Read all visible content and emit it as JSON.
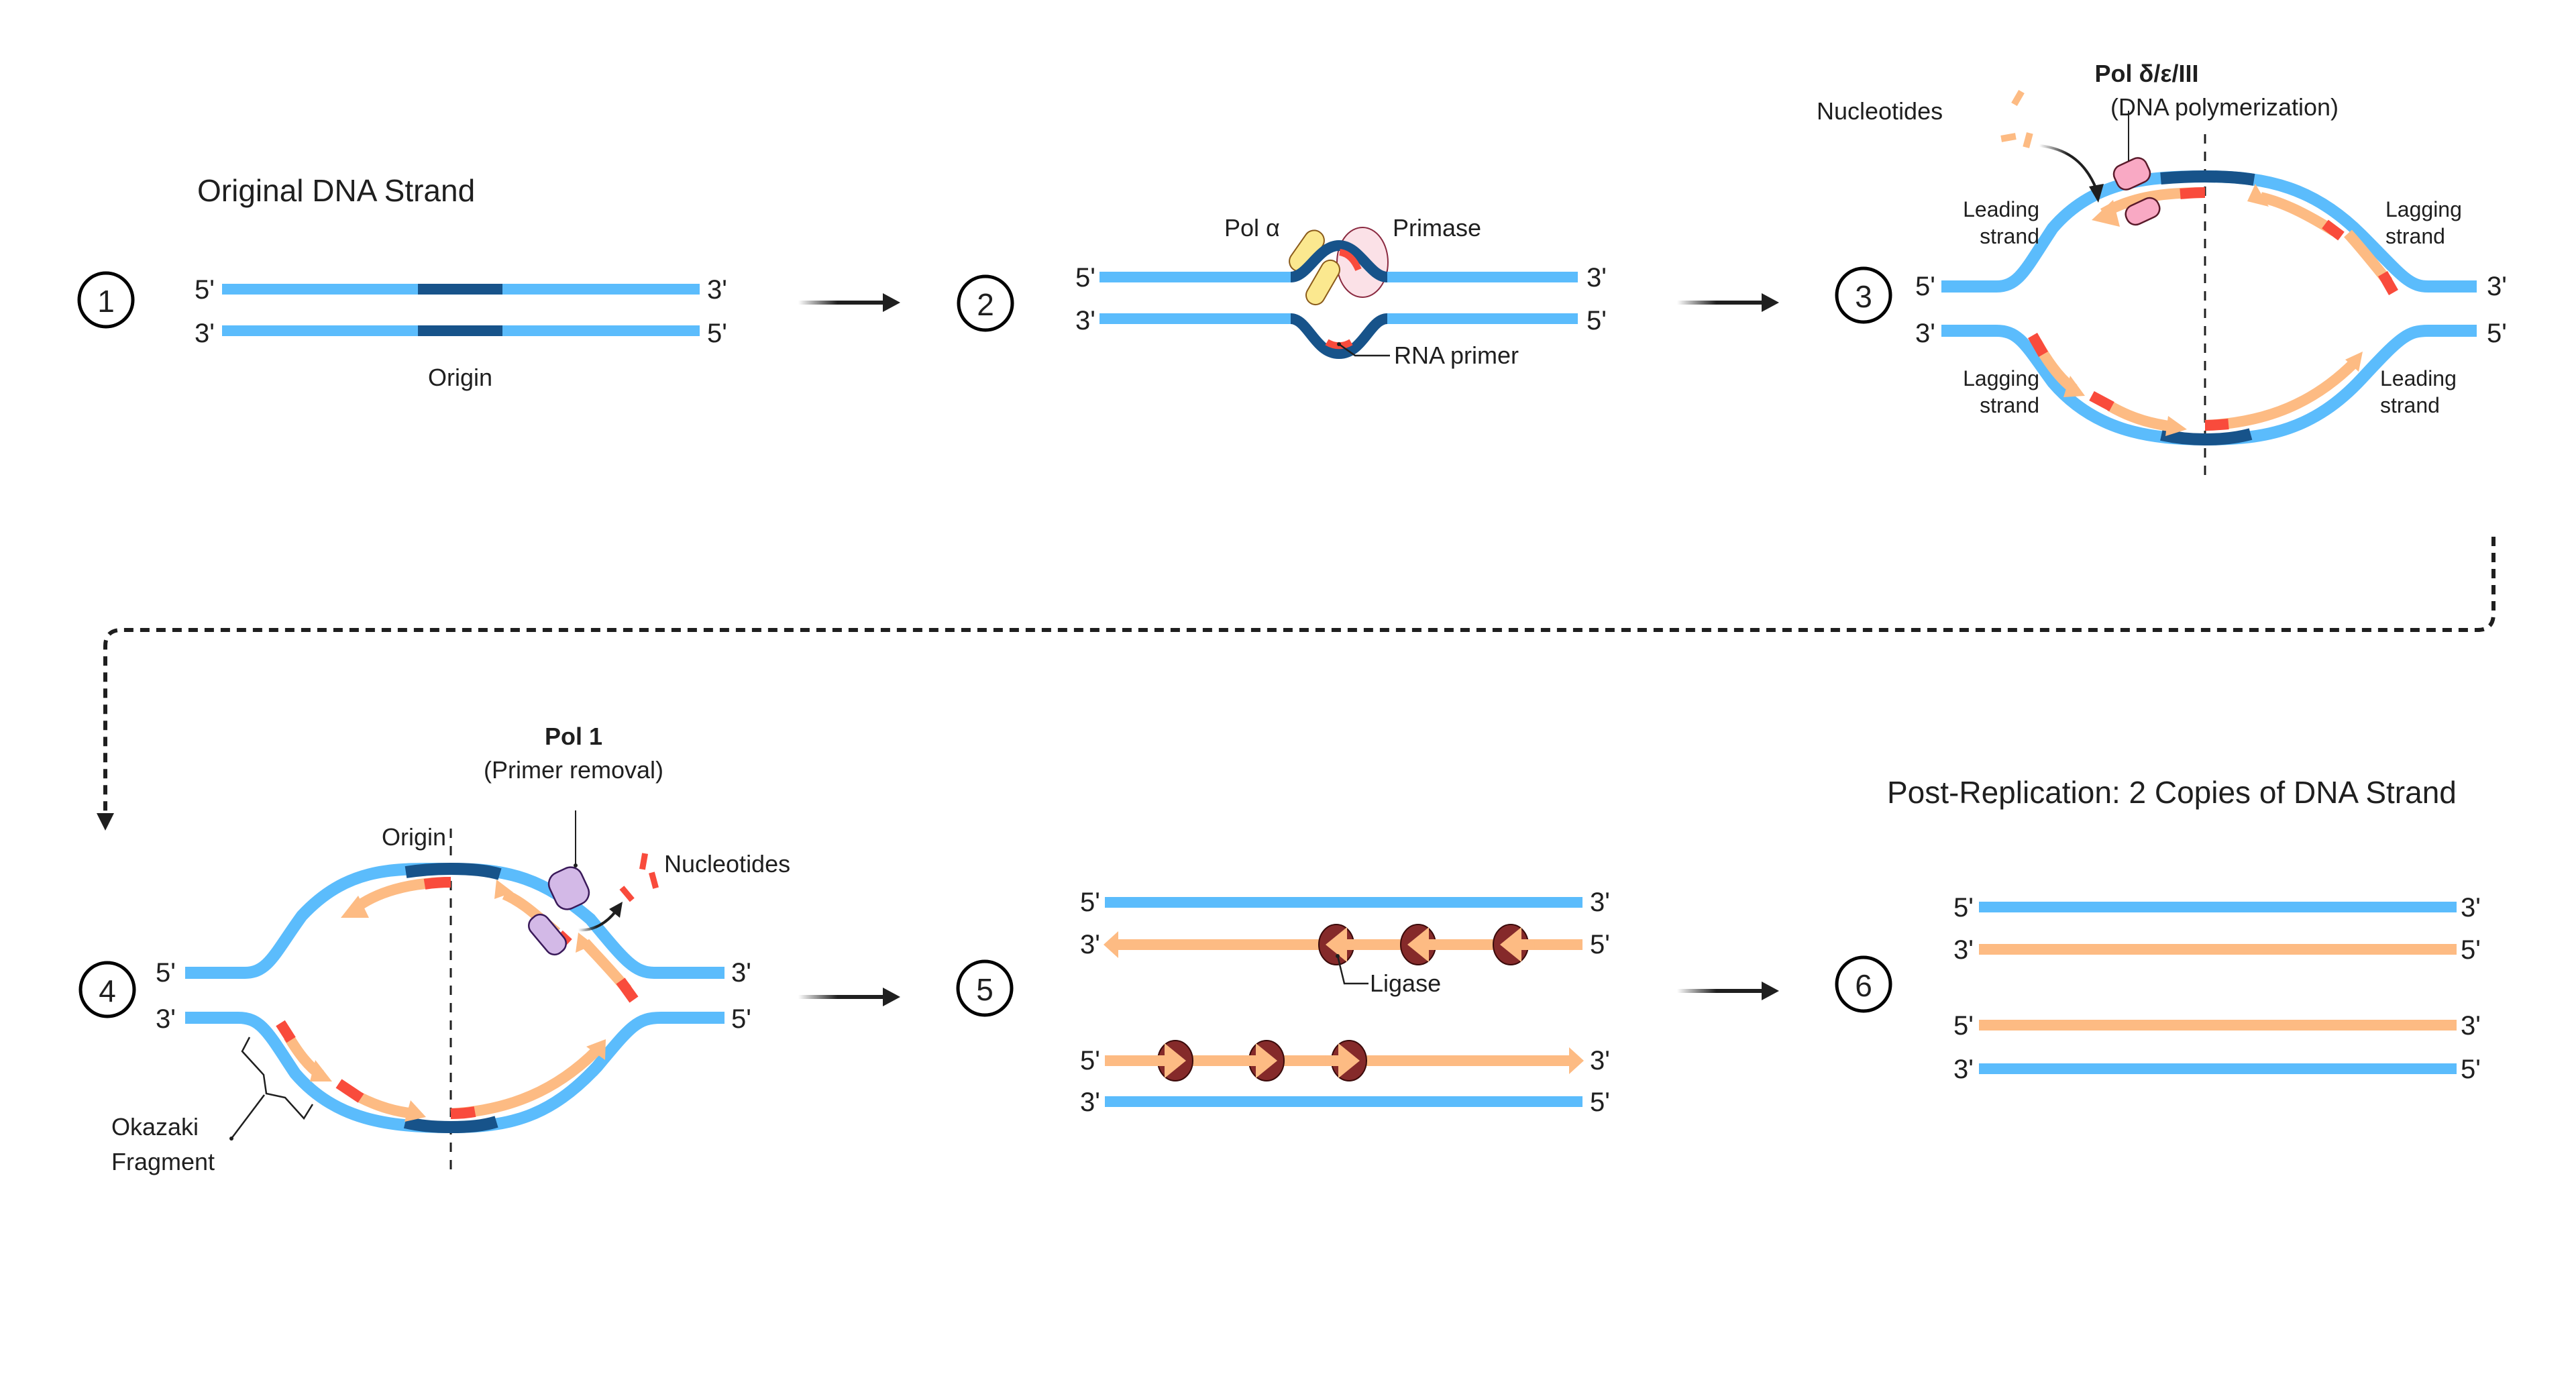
{
  "diagram_title": "DNA Replication",
  "colors": {
    "parent_strand": "#5bbcfc",
    "origin": "#17538a",
    "new_strand": "#fdbb83",
    "rna_primer": "#f94b3c",
    "pol_alpha": "#fbe88f",
    "primase": "#fbe1e7",
    "pol_delta": "#f9a9c4",
    "pol_1": "#d3b9e7",
    "ligase": "#852a2a",
    "ink": "#1f1f1f"
  },
  "steps": [
    {
      "number": "1",
      "title": "Original DNA Strand",
      "top_strand": {
        "left_end": "5'",
        "right_end": "3'"
      },
      "bottom_strand": {
        "left_end": "3'",
        "right_end": "5'"
      },
      "labels": {
        "origin": "Origin"
      }
    },
    {
      "number": "2",
      "top_strand": {
        "left_end": "5'",
        "right_end": "3'"
      },
      "bottom_strand": {
        "left_end": "3'",
        "right_end": "5'"
      },
      "labels": {
        "pol_alpha": "Pol α",
        "primase": "Primase",
        "rna_primer": "RNA primer"
      }
    },
    {
      "number": "3",
      "top_strand": {
        "left_end": "5'",
        "right_end": "3'"
      },
      "bottom_strand": {
        "left_end": "3'",
        "right_end": "5'"
      },
      "labels": {
        "enzyme_name": "Pol δ/ε/III",
        "enzyme_role": "(DNA polymerization)",
        "nucleotides": "Nucleotides",
        "top_left": [
          "Leading",
          "strand"
        ],
        "top_right": [
          "Lagging",
          "strand"
        ],
        "bottom_left": [
          "Lagging",
          "strand"
        ],
        "bottom_right": [
          "Leading",
          "strand"
        ]
      }
    },
    {
      "number": "4",
      "top_strand": {
        "left_end": "5'",
        "right_end": "3'"
      },
      "bottom_strand": {
        "left_end": "3'",
        "right_end": "5'"
      },
      "labels": {
        "enzyme_name": "Pol 1",
        "enzyme_role": "(Primer removal)",
        "origin": "Origin",
        "nucleotides": "Nucleotides",
        "okazaki": [
          "Okazaki",
          "Fragment"
        ]
      }
    },
    {
      "number": "5",
      "strands": [
        {
          "left_end": "5'",
          "right_end": "3'",
          "type": "parent"
        },
        {
          "left_end": "3'",
          "right_end": "5'",
          "type": "new"
        },
        {
          "left_end": "5'",
          "right_end": "3'",
          "type": "new"
        },
        {
          "left_end": "3'",
          "right_end": "5'",
          "type": "parent"
        }
      ],
      "labels": {
        "ligase": "Ligase"
      }
    },
    {
      "number": "6",
      "title": "Post-Replication: 2 Copies of DNA Strand",
      "strands": [
        {
          "left_end": "5'",
          "right_end": "3'",
          "type": "parent"
        },
        {
          "left_end": "3'",
          "right_end": "5'",
          "type": "new"
        },
        {
          "left_end": "5'",
          "right_end": "3'",
          "type": "new"
        },
        {
          "left_end": "3'",
          "right_end": "5'",
          "type": "parent"
        }
      ]
    }
  ],
  "flow": [
    "1",
    "2",
    "3",
    "4",
    "5",
    "6"
  ]
}
